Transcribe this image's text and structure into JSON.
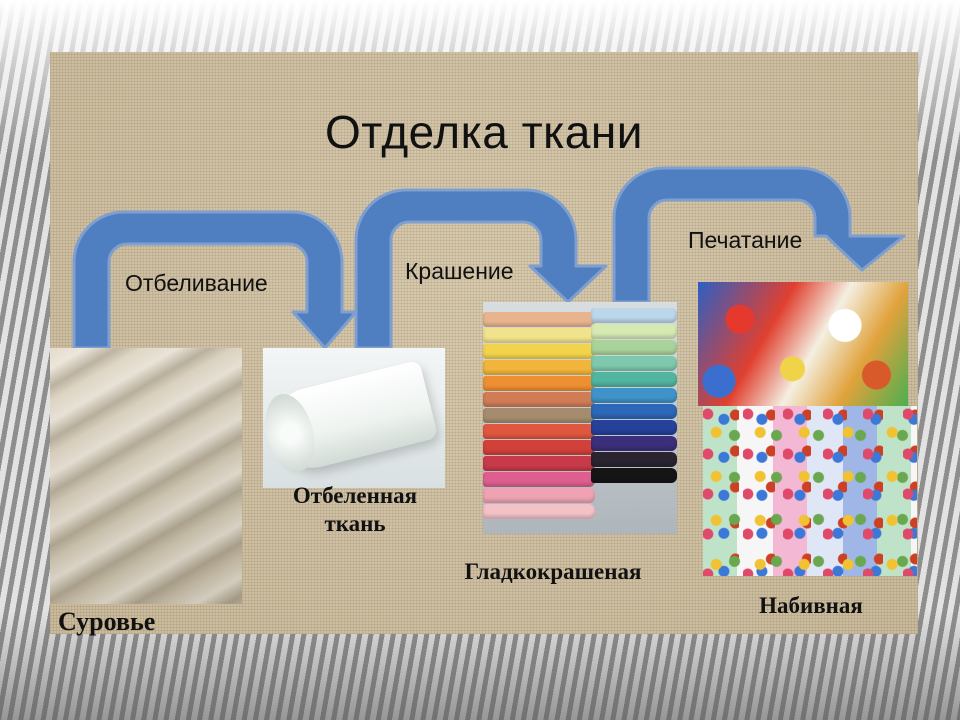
{
  "title": "Отделка ткани",
  "steps": [
    {
      "label": "Отбеливание"
    },
    {
      "label": "Крашение"
    },
    {
      "label": "Печатание"
    }
  ],
  "fabrics": [
    {
      "caption": "Суровье"
    },
    {
      "caption_line1": "Отбеленная",
      "caption_line2": "ткань"
    },
    {
      "caption": "Гладкокрашеная"
    },
    {
      "caption": "Набивная"
    }
  ],
  "colors": {
    "arrow_fill": "#4f7fc1",
    "arrow_stroke": "#7f9fce",
    "panel": "#c9b99a"
  },
  "dyed_colors_left": [
    "#e8b48d",
    "#f1e28c",
    "#f4d34c",
    "#f2b43a",
    "#ee8f32",
    "#d07c55",
    "#a58c6e",
    "#e0573f",
    "#d2403a",
    "#c83a4a",
    "#de5f8f",
    "#efa3b2",
    "#f2c2c7"
  ],
  "dyed_colors_right": [
    "#bcd6ea",
    "#d5e9b3",
    "#a9d39a",
    "#7ec9ad",
    "#52b59f",
    "#3f93c8",
    "#2d67b8",
    "#25419a",
    "#3a2f7a",
    "#2a2430",
    "#151515"
  ]
}
